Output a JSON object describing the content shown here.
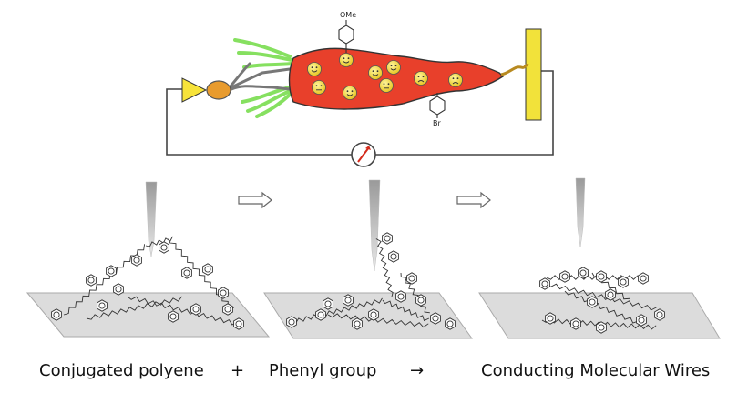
{
  "top": {
    "substituent_top": "OMe",
    "substituent_bottom": "Br"
  },
  "caption": {
    "left": "Conjugated polyene",
    "plus": "+",
    "middle": "Phenyl group",
    "arrow": "→",
    "right": "Conducting Molecular Wires"
  },
  "colors": {
    "body_fill": "#e8402b",
    "tip_fill": "#f5e84a",
    "node_fill": "#e89b2e",
    "leaf_fill": "#8de36a",
    "wire": "#6a6a6a",
    "face_fill": "#f4e23a"
  }
}
